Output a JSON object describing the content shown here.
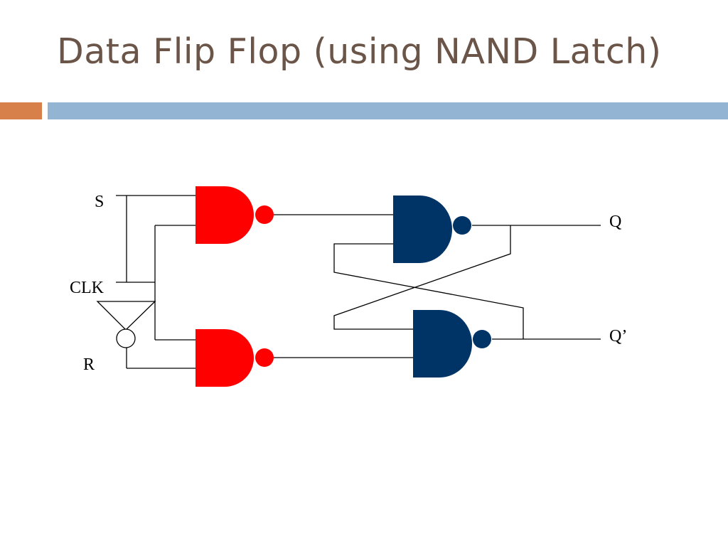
{
  "slide": {
    "title": "Data Flip Flop (using NAND Latch)"
  },
  "colors": {
    "title_text": "#6b5548",
    "accent_bar": "#d8804a",
    "rule_bar": "#93b4d3",
    "input_gate": "#ff0000",
    "latch_gate": "#003366",
    "wire": "#000000"
  },
  "diagram": {
    "inputs": {
      "s": "S",
      "clk": "CLK",
      "r": "R"
    },
    "outputs": {
      "q": "Q",
      "q_not": "Q’"
    },
    "gates": [
      {
        "name": "input-nand-gate-top",
        "kind": "NAND"
      },
      {
        "name": "input-nand-gate-bottom",
        "kind": "NAND"
      },
      {
        "name": "latch-nand-gate-top",
        "kind": "NAND"
      },
      {
        "name": "latch-nand-gate-bottom",
        "kind": "NAND"
      },
      {
        "name": "not-gate",
        "kind": "NOT"
      }
    ]
  }
}
